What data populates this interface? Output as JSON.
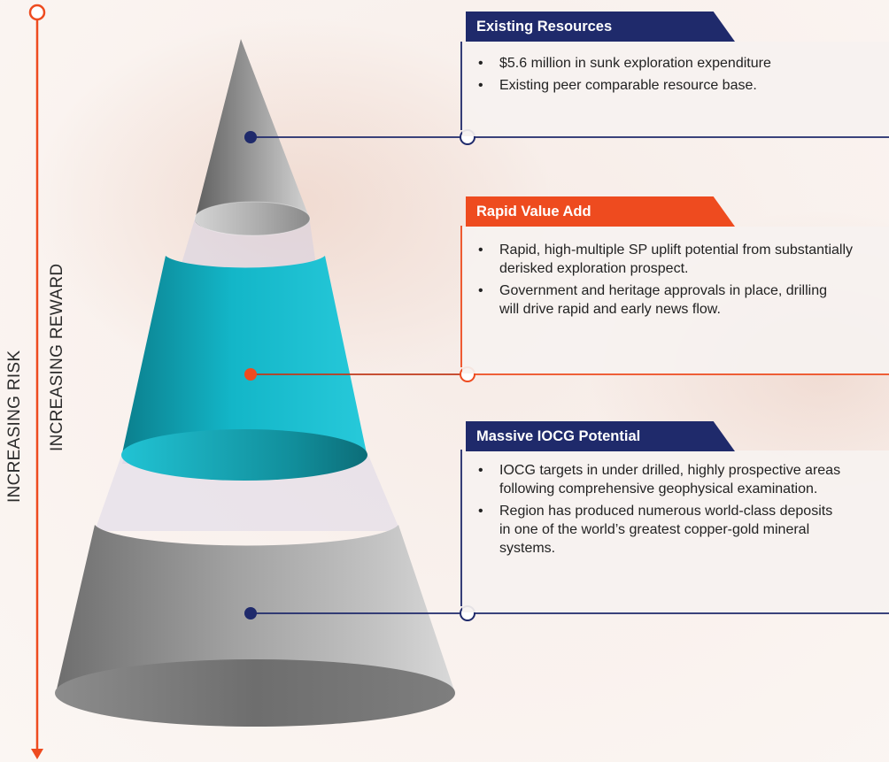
{
  "axis": {
    "risk_label": "INCREASING RISK",
    "reward_label": "INCREASING REWARD"
  },
  "colors": {
    "navy": "#1f2a6b",
    "red": "#ee4b1f",
    "teal": "#12b5c8",
    "grey": "#9a9a9a"
  },
  "callouts": [
    {
      "title": "Existing Resources",
      "bullets": [
        "$5.6 million in sunk exploration expenditure",
        "Existing peer comparable resource base."
      ]
    },
    {
      "title": "Rapid Value Add",
      "bullets": [
        "Rapid, high-multiple SP uplift potential from substantially derisked exploration prospect.",
        "Government and heritage approvals in place, drilling will drive rapid and early news flow."
      ]
    },
    {
      "title": "Massive IOCG Potential",
      "bullets": [
        "IOCG targets in under drilled, highly prospective areas following comprehensive geophysical examination.",
        "Region has produced numerous world-class deposits in one of the world’s greatest copper-gold mineral systems."
      ]
    }
  ]
}
